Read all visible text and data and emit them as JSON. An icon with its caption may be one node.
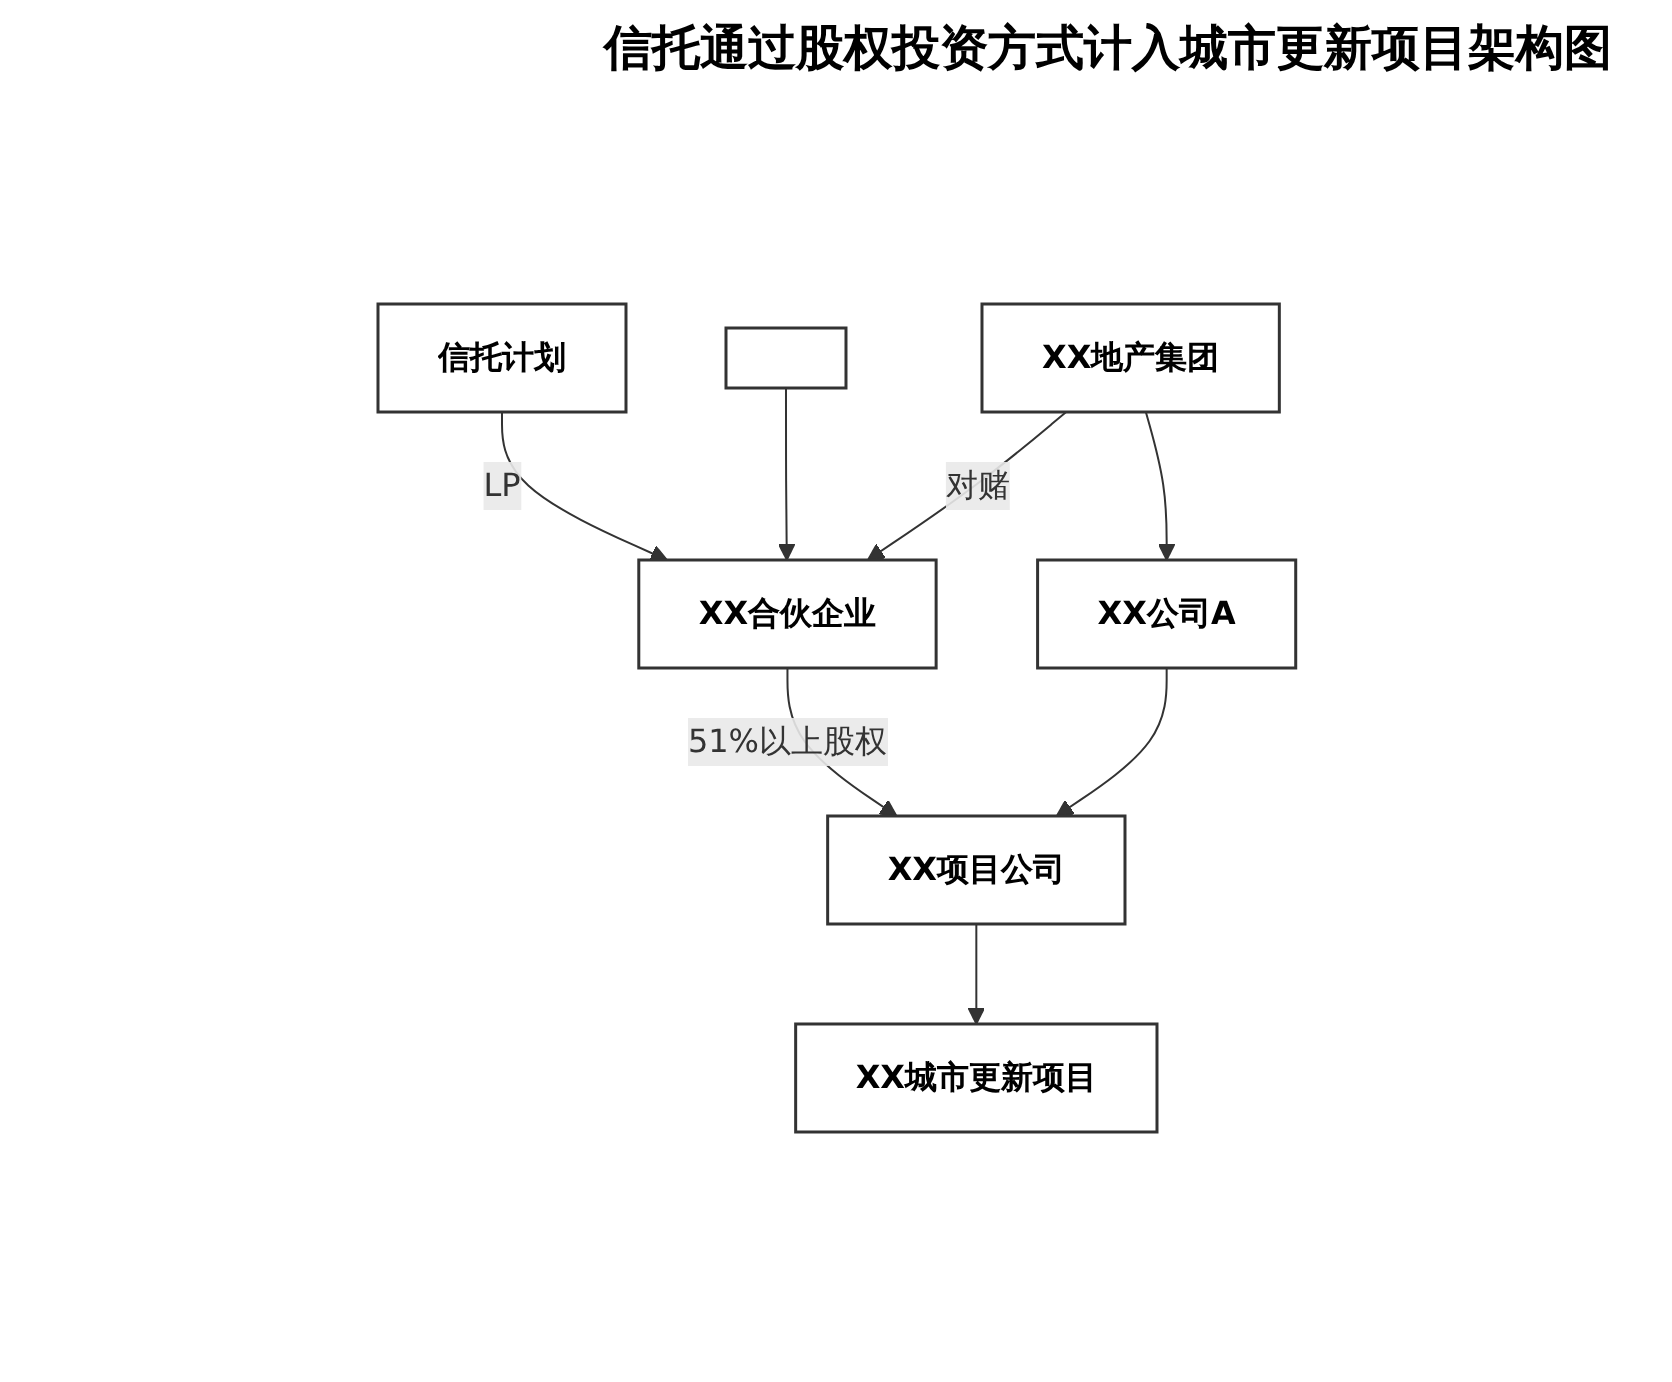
{
  "diagram": {
    "title": "信托通过股权投资方式计入城市更新项目架构图",
    "nodes": [
      {
        "text": [
          "信托计划"
        ]
      },
      {
        "text": [],
        "shape": "box"
      },
      {
        "text": [
          "XX合伙企业"
        ]
      },
      {
        "text": [
          "XX地产集团"
        ]
      },
      {
        "text": [
          "XX公司A"
        ]
      },
      {
        "text": [
          "XX项目公司"
        ]
      },
      {
        "text": [
          "XX城市更新项目"
        ]
      }
    ],
    "edges": [
      {
        "from": 0,
        "to": 2,
        "arrow": "to",
        "label": "LP"
      },
      {
        "from": 1,
        "to": 2,
        "arrow": "to"
      },
      {
        "from": 3,
        "to": 2,
        "arrow": "to",
        "label": "对赌"
      },
      {
        "from": 3,
        "to": 4,
        "arrow": "to"
      },
      {
        "from": 2,
        "to": 5,
        "arrow": "to",
        "label": "51%以上股权"
      },
      {
        "from": 4,
        "to": 5,
        "arrow": "to"
      },
      {
        "from": 5,
        "to": 6,
        "arrow": "to"
      }
    ]
  }
}
